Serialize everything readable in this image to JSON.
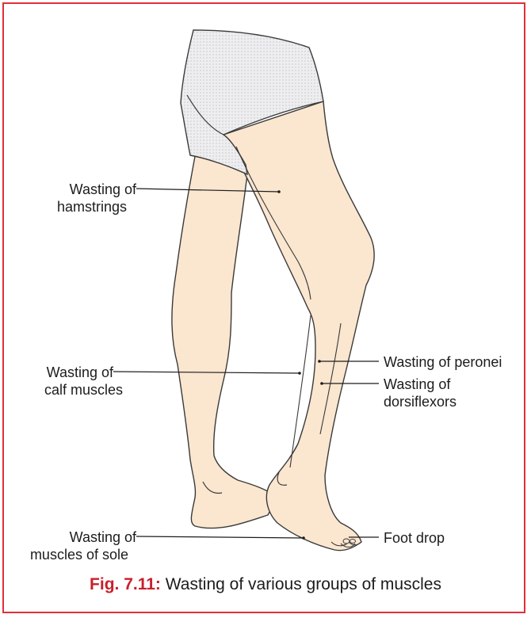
{
  "colors": {
    "border": "#e0303a",
    "caption_number": "#c8202c",
    "skin": "#fbe6cf",
    "skin_outline": "#3a3a3a",
    "shorts": "#e8e8ea"
  },
  "labels": {
    "hamstrings_line1": "Wasting of",
    "hamstrings_line2": "hamstrings",
    "calf_line1": "Wasting of",
    "calf_line2": "calf muscles",
    "sole_line1": "Wasting of",
    "sole_line2": "muscles of sole",
    "peronei": "Wasting of peronei",
    "dorsiflexors_line1": "Wasting of",
    "dorsiflexors_line2": "dorsiflexors",
    "foot_drop": "Foot drop"
  },
  "caption": {
    "number": "Fig. 7.11:",
    "text": "Wasting of various groups of muscles"
  }
}
